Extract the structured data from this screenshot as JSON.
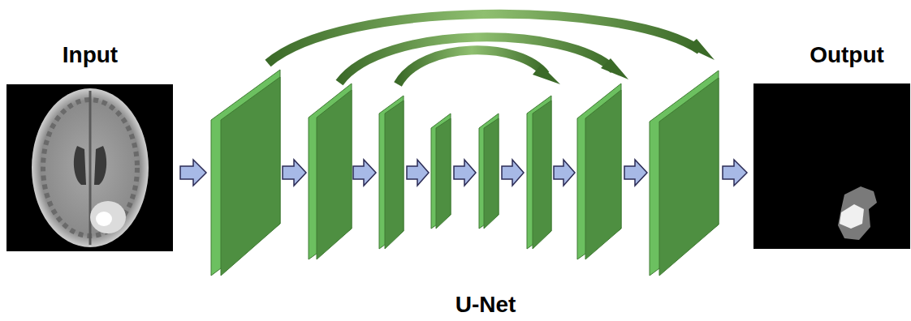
{
  "diagram": {
    "caption": "U-Net",
    "labels": [
      "Input",
      "Output"
    ]
  }
}
